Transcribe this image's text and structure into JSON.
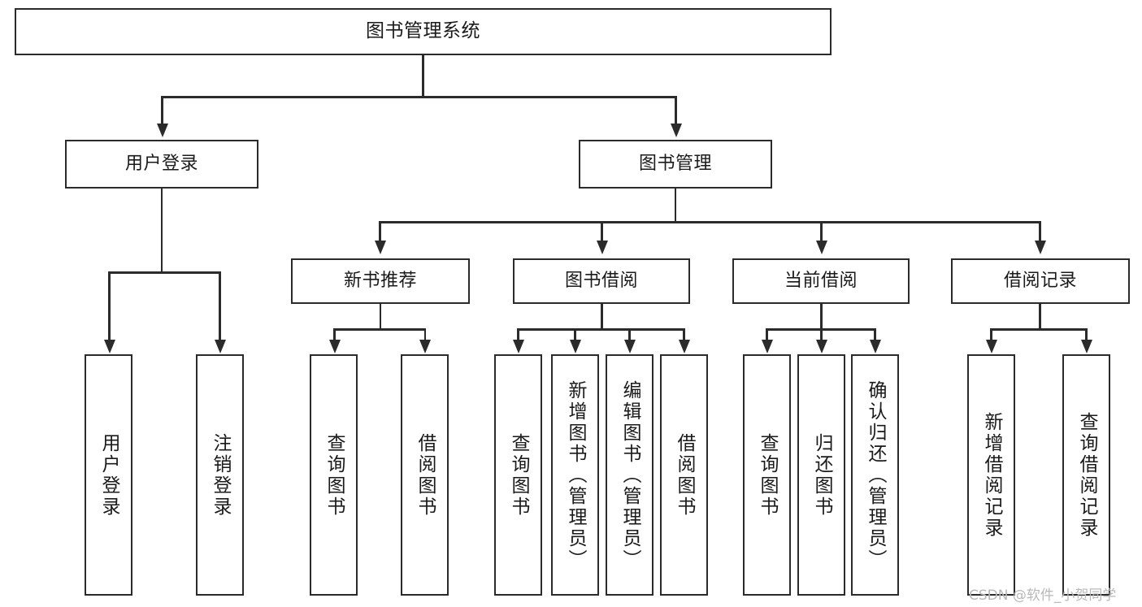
{
  "diagram": {
    "type": "tree-hierarchy-diagram",
    "title": "图书管理系统",
    "root": {
      "id": "root",
      "label": "图书管理系统",
      "level": 1,
      "text_orientation": "horizontal"
    },
    "level2": [
      {
        "id": "user-login",
        "label": "用户登录",
        "level": 2,
        "text_orientation": "horizontal"
      },
      {
        "id": "book-management",
        "label": "图书管理",
        "level": 2,
        "text_orientation": "horizontal"
      }
    ],
    "level3": [
      {
        "id": "new-book-recommend",
        "label": "新书推荐",
        "level": 3,
        "parent": "book-management",
        "text_orientation": "horizontal"
      },
      {
        "id": "book-borrow",
        "label": "图书借阅",
        "level": 3,
        "parent": "book-management",
        "text_orientation": "horizontal"
      },
      {
        "id": "current-borrow",
        "label": "当前借阅",
        "level": 3,
        "parent": "book-management",
        "text_orientation": "horizontal"
      },
      {
        "id": "borrow-record",
        "label": "借阅记录",
        "level": 3,
        "parent": "book-management",
        "text_orientation": "horizontal"
      }
    ],
    "leaves": [
      {
        "id": "leaf-user-login",
        "label": "用户登录",
        "parent": "user-login",
        "text_orientation": "vertical"
      },
      {
        "id": "leaf-user-logout",
        "label": "注销登录",
        "parent": "user-login",
        "text_orientation": "vertical"
      },
      {
        "id": "leaf-query-book-1",
        "label": "查询图书",
        "parent": "new-book-recommend",
        "text_orientation": "vertical"
      },
      {
        "id": "leaf-borrow-book-1",
        "label": "借阅图书",
        "parent": "new-book-recommend",
        "text_orientation": "vertical"
      },
      {
        "id": "leaf-query-book-2",
        "label": "查询图书",
        "parent": "book-borrow",
        "text_orientation": "vertical"
      },
      {
        "id": "leaf-add-book",
        "label": "新增图书（管理员）",
        "parent": "book-borrow",
        "text_orientation": "vertical"
      },
      {
        "id": "leaf-edit-book",
        "label": "编辑图书（管理员）",
        "parent": "book-borrow",
        "text_orientation": "vertical"
      },
      {
        "id": "leaf-borrow-book-2",
        "label": "借阅图书",
        "parent": "book-borrow",
        "text_orientation": "vertical"
      },
      {
        "id": "leaf-query-book-3",
        "label": "查询图书",
        "parent": "current-borrow",
        "text_orientation": "vertical"
      },
      {
        "id": "leaf-return-book",
        "label": "归还图书",
        "parent": "current-borrow",
        "text_orientation": "vertical"
      },
      {
        "id": "leaf-confirm-return",
        "label": "确认归还（管理员）",
        "parent": "current-borrow",
        "text_orientation": "vertical"
      },
      {
        "id": "leaf-add-record",
        "label": "新增借阅记录",
        "parent": "borrow-record",
        "text_orientation": "vertical"
      },
      {
        "id": "leaf-query-record",
        "label": "查询借阅记录",
        "parent": "borrow-record",
        "text_orientation": "vertical"
      }
    ],
    "colors": {
      "stroke": "#2b2b2b",
      "fill": "#ffffff",
      "text": "#1a1a1a",
      "watermark": "#b9b9b9"
    }
  },
  "watermark": {
    "text": "CSDN @软件_小贺同学"
  }
}
